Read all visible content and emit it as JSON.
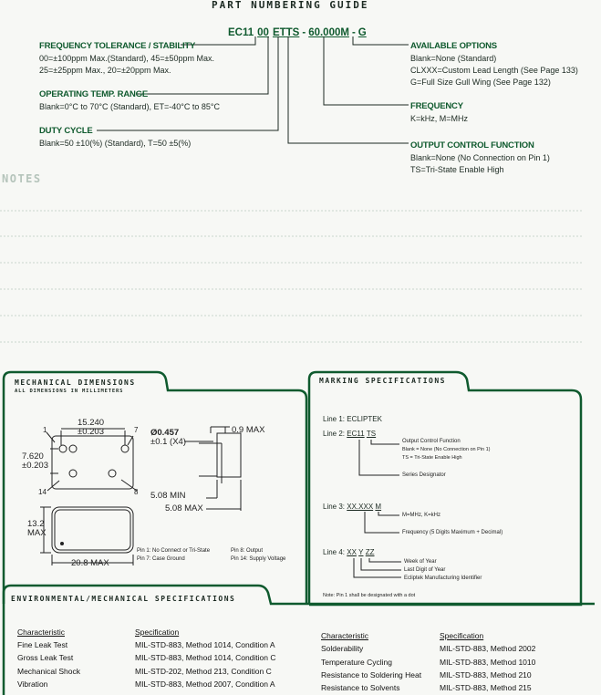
{
  "title": "PART NUMBERING GUIDE",
  "part_number": {
    "segments": [
      "EC11",
      "00",
      "ET",
      "TS",
      "-",
      "60.000M",
      "-",
      "G"
    ]
  },
  "left_fields": [
    {
      "heading": "FREQUENCY TOLERANCE / STABILITY",
      "lines": [
        "00=±100ppm Max.(Standard), 45=±50ppm Max.",
        "25=±25ppm Max., 20=±20ppm Max."
      ]
    },
    {
      "heading": "OPERATING TEMP. RANGE",
      "lines": [
        "Blank=0°C to 70°C (Standard), ET=-40°C to 85°C"
      ]
    },
    {
      "heading": "DUTY CYCLE",
      "lines": [
        "Blank=50 ±10(%) (Standard), T=50 ±5(%)"
      ]
    }
  ],
  "right_fields": [
    {
      "heading": "AVAILABLE OPTIONS",
      "lines": [
        "Blank=None (Standard)",
        "CLXXX=Custom Lead Length (See Page 133)",
        "G=Full Size Gull Wing (See Page 132)"
      ]
    },
    {
      "heading": "FREQUENCY",
      "lines": [
        "K=kHz, M=MHz"
      ]
    },
    {
      "heading": "OUTPUT CONTROL FUNCTION",
      "lines": [
        "Blank=None (No Connection on Pin 1)",
        "TS=Tri-State Enable High"
      ]
    }
  ],
  "notes_label": "NOTES",
  "mechanical": {
    "title": "MECHANICAL DIMENSIONS",
    "subtitle": "ALL DIMENSIONS IN MILLIMETERS",
    "width_dim": "15.240",
    "width_tol": "±0.203",
    "height_dim": "7.620",
    "height_tol": "±0.203",
    "pin_dia": "Ø0.457",
    "pin_dia_tol": "±0.1 (X4)",
    "lead_max": "0.9 MAX",
    "lead_min": "5.08 MIN",
    "body_max": "5.08 MAX",
    "side_h": "13.2",
    "side_h2": "MAX",
    "side_w": "20.8 MAX",
    "pin_labels": [
      "1",
      "7",
      "14",
      "8"
    ],
    "pin_notes": [
      "Pin 1: No Connect or Tri-State",
      "Pin 7: Case Ground",
      "Pin 8: Output",
      "Pin 14: Supply Voltage"
    ]
  },
  "marking": {
    "title": "MARKING SPECIFICATIONS",
    "line1": "Line 1: ECLIPTEK",
    "line2_label": "Line 2: ",
    "line2_a": "EC11",
    "line2_b": "TS",
    "line2_notes": [
      "Output Control Function",
      "Blank = None (No Connection on Pin 1)",
      "TS = Tri-State Enable High",
      "Series Designator"
    ],
    "line3_label": "Line 3: ",
    "line3_a": "XX.XXX",
    "line3_b": "M",
    "line3_notes": [
      "M=MHz, K=kHz",
      "Frequency (5 Digits Maximum + Decimal)"
    ],
    "line4_label": "Line 4: ",
    "line4_a": "XX",
    "line4_b": "Y",
    "line4_c": "ZZ",
    "line4_notes": [
      "Week of Year",
      "Last Digit of Year",
      "Ecliptek Manufacturing Identifier"
    ],
    "footnote": "Note: Pin 1 shall be designated with a dot"
  },
  "environmental": {
    "title": "ENVIRONMENTAL/MECHANICAL SPECIFICATIONS",
    "col_char": "Characteristic",
    "col_spec": "Specification",
    "left": [
      [
        "Fine Leak Test",
        "MIL-STD-883, Method 1014, Condition A"
      ],
      [
        "Gross Leak Test",
        "MIL-STD-883, Method 1014, Condition C"
      ],
      [
        "Mechanical Shock",
        "MIL-STD-202, Method 213, Condition C"
      ],
      [
        "Vibration",
        "MIL-STD-883, Method 2007, Condition A"
      ]
    ],
    "right": [
      [
        "Solderability",
        "MIL-STD-883, Method 2002"
      ],
      [
        "Temperature Cycling",
        "MIL-STD-883, Method 1010"
      ],
      [
        "Resistance to Soldering Heat",
        "MIL-STD-883, Method 210"
      ],
      [
        "Resistance to Solvents",
        "MIL-STD-883, Method 215"
      ]
    ]
  }
}
